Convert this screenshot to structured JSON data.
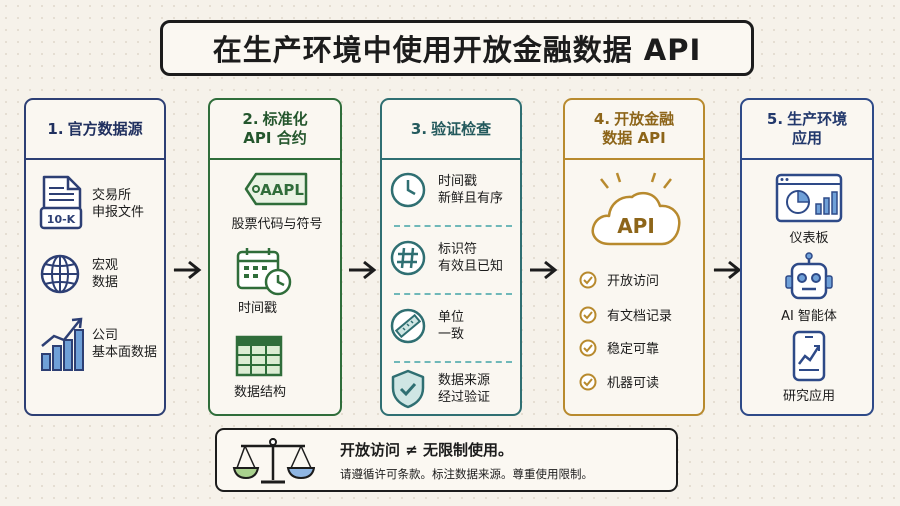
{
  "title": "在生产环境中使用开放金融数据 API",
  "columns": [
    {
      "num": "1.",
      "title": "官方数据源",
      "items": [
        {
          "icon": "document-icon",
          "badge": "10-K",
          "line1": "交易所",
          "line2": "申报文件"
        },
        {
          "icon": "globe-icon",
          "line1": "宏观",
          "line2": "数据"
        },
        {
          "icon": "bar-chart-icon",
          "line1": "公司",
          "line2": "基本面数据"
        }
      ]
    },
    {
      "num": "2.",
      "title_line1": "标准化",
      "title_line2": "API 合约",
      "items": [
        {
          "icon": "tag-icon",
          "badge": "AAPL",
          "label": "股票代码与符号"
        },
        {
          "icon": "calendar-clock-icon",
          "label": "时间戳"
        },
        {
          "icon": "table-icon",
          "label": "数据结构"
        }
      ]
    },
    {
      "num": "3.",
      "title": "验证检查",
      "items": [
        {
          "icon": "clock-icon",
          "line1": "时间戳",
          "line2": "新鲜且有序"
        },
        {
          "icon": "hash-icon",
          "line1": "标识符",
          "line2": "有效且已知"
        },
        {
          "icon": "ruler-icon",
          "line1": "单位",
          "line2": "一致"
        },
        {
          "icon": "shield-check-icon",
          "line1": "数据来源",
          "line2": "经过验证"
        }
      ]
    },
    {
      "num": "4.",
      "title_line1": "开放金融",
      "title_line2": "数据 API",
      "cloud_label": "API",
      "checks": [
        "开放访问",
        "有文档记录",
        "稳定可靠",
        "机器可读"
      ]
    },
    {
      "num": "5.",
      "title_line1": "生产环境",
      "title_line2": "应用",
      "items": [
        {
          "icon": "dashboard-icon",
          "label": "仪表板"
        },
        {
          "icon": "robot-icon",
          "label": "AI 智能体"
        },
        {
          "icon": "phone-chart-icon",
          "label": "研究应用"
        }
      ]
    }
  ],
  "footer": {
    "icon": "scale-icon",
    "main": "开放访问 ≠ 无限制使用。",
    "sub": "请遵循许可条款。标注数据来源。尊重使用限制。"
  },
  "colors": {
    "navy": "#2d3f74",
    "green": "#2f6d3a",
    "teal": "#2f6f72",
    "gold": "#b88a2e",
    "blue": "#2e4a88"
  }
}
